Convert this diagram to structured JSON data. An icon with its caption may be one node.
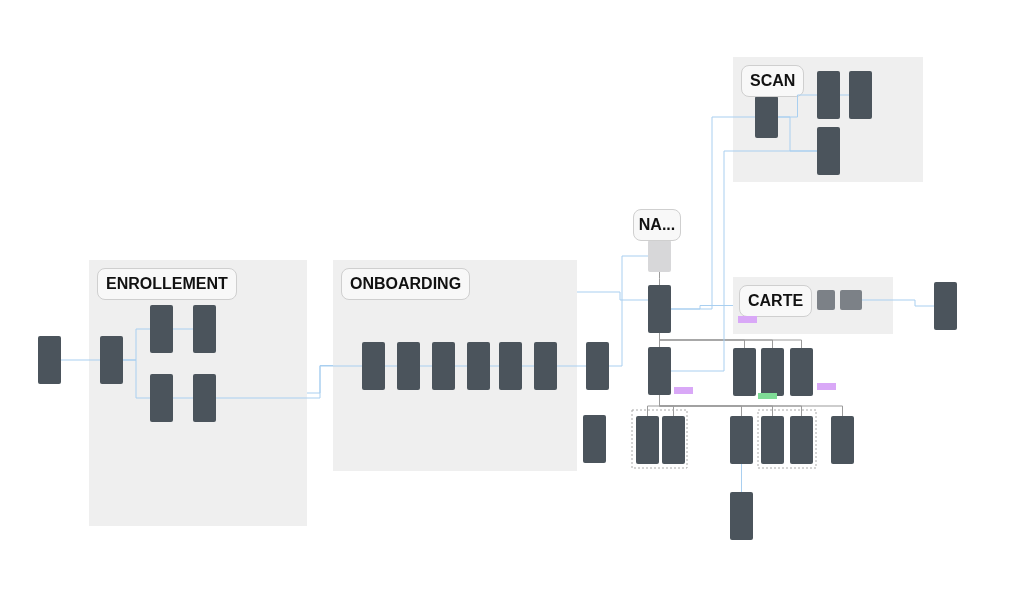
{
  "diagram": {
    "nodes": [
      {
        "text": [
          "ENROLLEMENT"
        ]
      },
      {
        "text": [],
        "shape": "box"
      },
      {
        "text": [],
        "shape": "box",
        "in": 0
      },
      {
        "text": [],
        "shape": "box",
        "in": 0
      },
      {
        "text": [],
        "shape": "box",
        "in": 0
      },
      {
        "text": [],
        "shape": "box",
        "in": 0
      },
      {
        "text": [],
        "shape": "box",
        "in": 0
      },
      {
        "text": [
          "ONBOARDING"
        ]
      },
      {
        "text": [],
        "shape": "box",
        "in": 7
      },
      {
        "text": [],
        "shape": "box",
        "in": 7
      },
      {
        "text": [],
        "shape": "box",
        "in": 7
      },
      {
        "text": [],
        "shape": "box",
        "in": 7
      },
      {
        "text": [],
        "shape": "box",
        "in": 7
      },
      {
        "text": [],
        "shape": "box",
        "in": 7
      },
      {
        "text": [],
        "shape": "box"
      },
      {
        "text": [],
        "shape": "box"
      },
      {
        "text": [
          "NA..."
        ]
      },
      {
        "text": [],
        "shape": "box"
      },
      {
        "text": [],
        "shape": "box"
      },
      {
        "text": [],
        "shape": "box"
      },
      {
        "text": [
          "SCAN"
        ]
      },
      {
        "text": [],
        "shape": "box",
        "in": 20
      },
      {
        "text": [],
        "shape": "box",
        "in": 20
      },
      {
        "text": [],
        "shape": "box",
        "in": 20
      },
      {
        "text": [],
        "shape": "box",
        "in": 20
      },
      {
        "text": [
          "CARTE"
        ]
      },
      {
        "text": [],
        "shape": "box",
        "in": 25
      },
      {
        "text": [],
        "shape": "box",
        "in": 25
      },
      {
        "text": [],
        "shape": "box"
      },
      {
        "text": [],
        "shape": "box"
      },
      {
        "text": [],
        "shape": "box"
      },
      {
        "text": [],
        "shape": "box"
      },
      {
        "text": [],
        "shape": "box"
      },
      {
        "text": [],
        "shape": "box"
      },
      {
        "text": [],
        "shape": "box"
      },
      {
        "text": [],
        "shape": "box"
      },
      {
        "text": [],
        "shape": "box"
      },
      {
        "text": [],
        "shape": "box"
      },
      {
        "text": [],
        "shape": "box"
      }
    ],
    "edges": [
      {
        "from": 1,
        "to": 2,
        "arrow": "none"
      },
      {
        "from": 2,
        "to": 3,
        "arrow": "none"
      },
      {
        "from": 2,
        "to": 5,
        "arrow": "none"
      },
      {
        "from": 3,
        "to": 4,
        "arrow": "none"
      },
      {
        "from": 5,
        "to": 6,
        "arrow": "none"
      },
      {
        "from": 0,
        "to": 7,
        "arrow": "none"
      },
      {
        "from": 6,
        "to": 8,
        "arrow": "none"
      },
      {
        "from": 8,
        "to": 9,
        "arrow": "none"
      },
      {
        "from": 9,
        "to": 10,
        "arrow": "none"
      },
      {
        "from": 10,
        "to": 11,
        "arrow": "none"
      },
      {
        "from": 11,
        "to": 12,
        "arrow": "none"
      },
      {
        "from": 12,
        "to": 13,
        "arrow": "none"
      },
      {
        "from": 13,
        "to": 14,
        "arrow": "none"
      },
      {
        "from": 14,
        "to": 17,
        "arrow": "none"
      },
      {
        "from": 7,
        "to": 18,
        "arrow": "none"
      },
      {
        "from": 17,
        "to": 18,
        "arrow": "none",
        "color": "#9b9b9b"
      },
      {
        "from": 18,
        "to": 19,
        "arrow": "none",
        "color": "#9b9b9b"
      },
      {
        "from": 18,
        "to": 25,
        "arrow": "none"
      },
      {
        "from": 27,
        "to": 28,
        "arrow": "none"
      },
      {
        "from": 19,
        "to": 29,
        "arrow": "none",
        "color": "#9b9b9b"
      },
      {
        "from": 19,
        "to": 30,
        "arrow": "none",
        "color": "#9b9b9b"
      },
      {
        "from": 19,
        "to": 31,
        "arrow": "none",
        "color": "#9b9b9b"
      },
      {
        "from": 19,
        "to": 32,
        "arrow": "none",
        "color": "#9b9b9b"
      },
      {
        "from": 19,
        "to": 33,
        "arrow": "none",
        "color": "#9b9b9b"
      },
      {
        "from": 19,
        "to": 34,
        "arrow": "none",
        "color": "#9b9b9b"
      },
      {
        "from": 19,
        "to": 35,
        "arrow": "none",
        "color": "#9b9b9b"
      },
      {
        "from": 19,
        "to": 36,
        "arrow": "none",
        "color": "#9b9b9b"
      },
      {
        "from": 19,
        "to": 37,
        "arrow": "none",
        "color": "#9b9b9b"
      },
      {
        "from": 34,
        "to": 38,
        "arrow": "none"
      },
      {
        "from": 21,
        "to": 22,
        "arrow": "none"
      },
      {
        "from": 21,
        "to": 24,
        "arrow": "none"
      },
      {
        "from": 22,
        "to": 23,
        "arrow": "none"
      },
      {
        "from": 18,
        "to": 21,
        "arrow": "none"
      },
      {
        "from": 19,
        "to": 24,
        "arrow": "none"
      }
    ]
  }
}
